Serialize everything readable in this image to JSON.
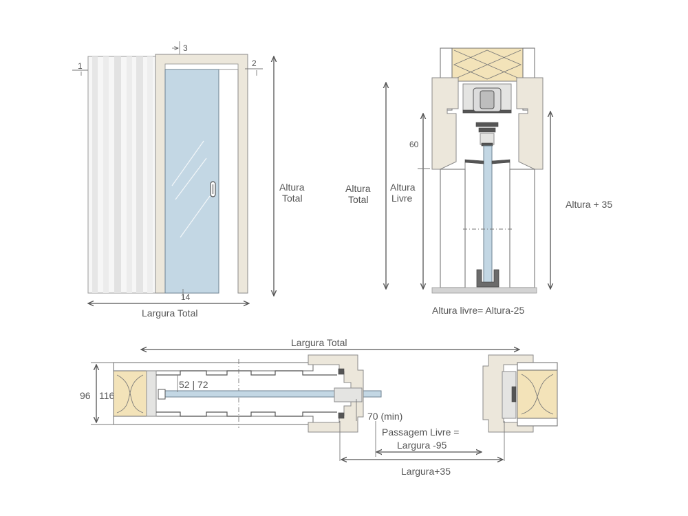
{
  "front_view": {
    "dim_top_left": "1",
    "dim_top_center": "3",
    "dim_top_right": "2",
    "dim_bottom": "14",
    "altura_total": [
      "Altura",
      "Total"
    ],
    "largura_total": "Largura Total"
  },
  "section_view": {
    "altura_total": [
      "Altura",
      "Total"
    ],
    "altura_livre": [
      "Altura",
      "Livre"
    ],
    "dim_60": "60",
    "altura_plus_35": "Altura + 35",
    "caption": "Altura livre= Altura-25"
  },
  "plan_view": {
    "largura_total": "Largura Total",
    "dim_96": "96",
    "dim_116": "116",
    "dim_52_72": "52 | 72",
    "dim_70_min": "70 (min)",
    "passagem_livre": [
      "Passagem Livre =",
      "Largura -95"
    ],
    "largura_plus_35": "Largura+35"
  },
  "colors": {
    "frame": "#ece7db",
    "glass": "#c3d7e4",
    "insulation": "#f3e3b9",
    "line": "#555555"
  }
}
